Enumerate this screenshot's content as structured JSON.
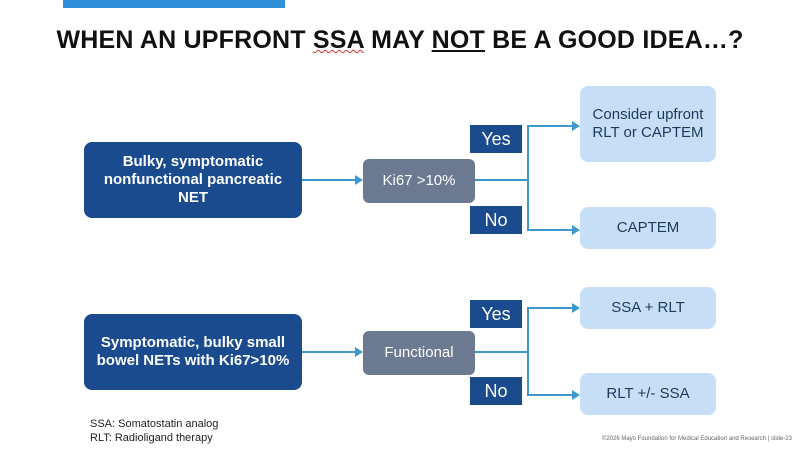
{
  "title": {
    "part1": "WHEN AN UPFRONT ",
    "ssa": "SSA",
    "part2": " MAY ",
    "not": "NOT",
    "part3": " BE A GOOD IDEA…?"
  },
  "flow1": {
    "source": "Bulky, symptomatic nonfunctional pancreatic NET",
    "decision": "Ki67 >10%",
    "yes_label": "Yes",
    "no_label": "No",
    "yes_outcome": "Consider upfront RLT or CAPTEM",
    "no_outcome": "CAPTEM"
  },
  "flow2": {
    "source": "Symptomatic, bulky small bowel NETs with Ki67>10%",
    "decision": "Functional",
    "yes_label": "Yes",
    "no_label": "No",
    "yes_outcome": "SSA + RLT",
    "no_outcome": "RLT +/- SSA"
  },
  "legend": {
    "line1": "SSA: Somatostatin analog",
    "line2": "RLT: Radioligand therapy"
  },
  "footer": "©2026 Mayo Foundation for Medical Education and Research  |  slide-23",
  "colors": {
    "accent": "#2f8fd8",
    "dark_box": "#1b4b8f",
    "gray_box": "#6b7a90",
    "light_box": "#c7dff6",
    "connector": "#3e98cf"
  }
}
